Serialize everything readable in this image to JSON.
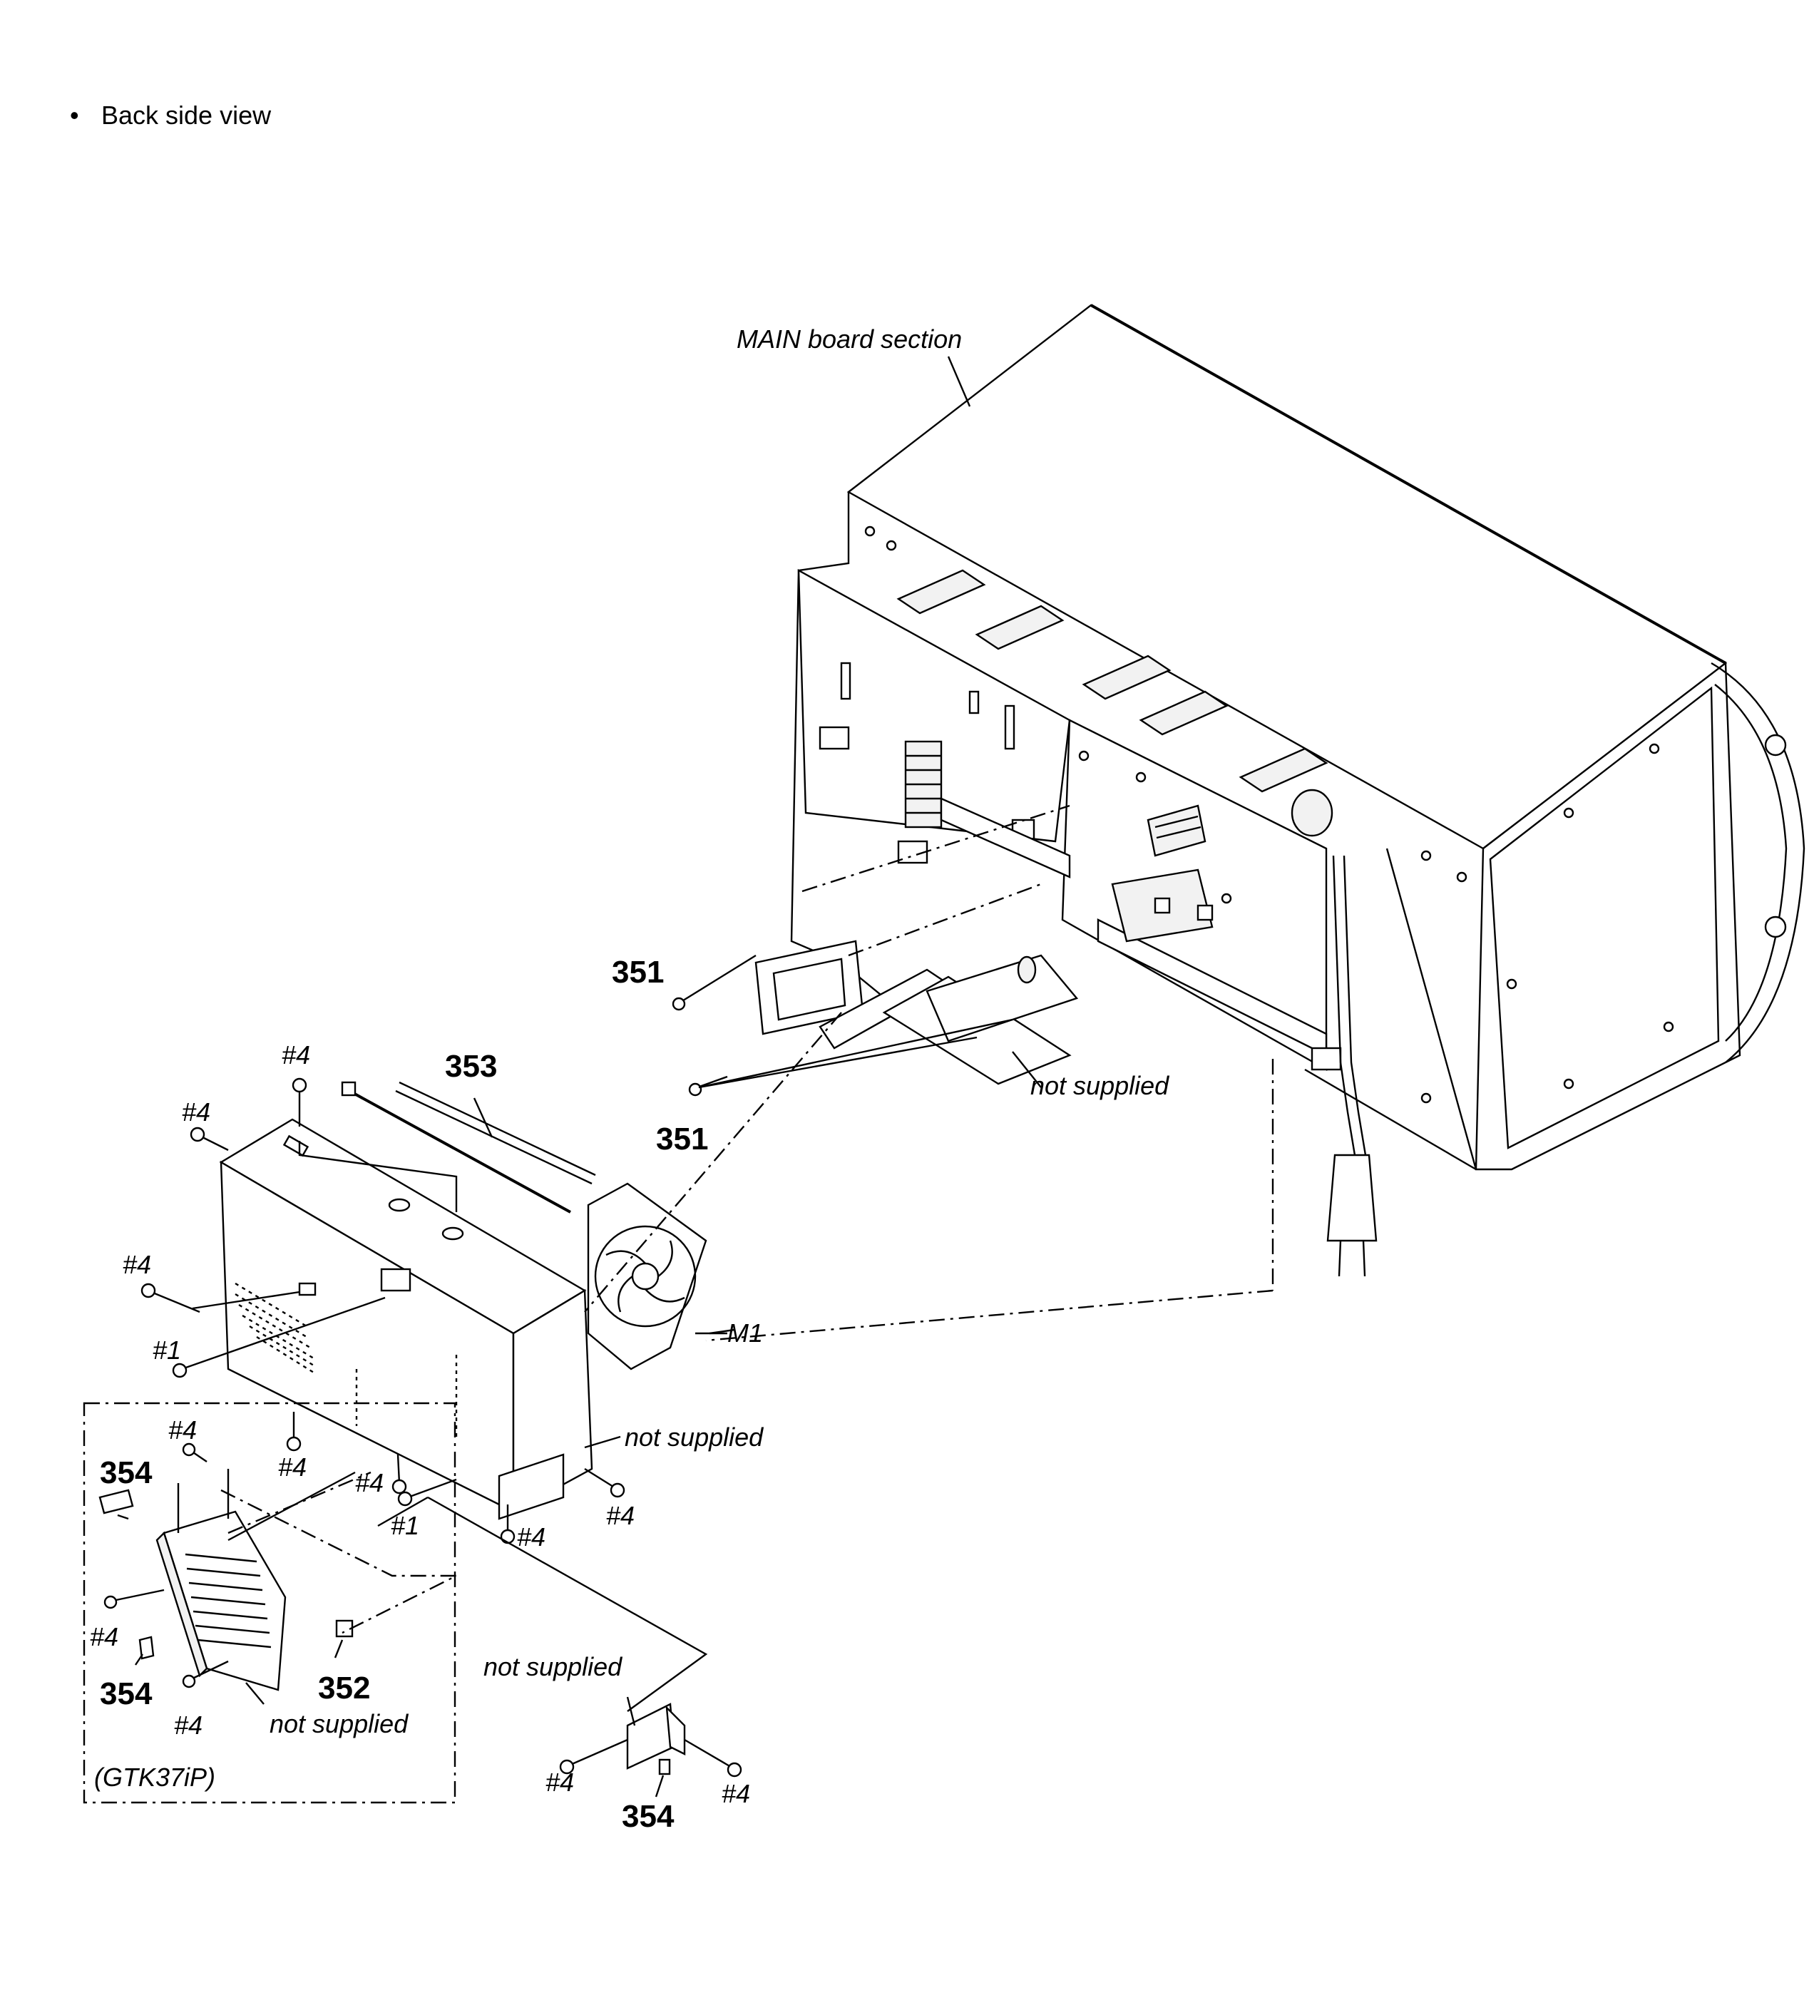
{
  "header": {
    "bullet": "•",
    "title": "Back side view"
  },
  "labels": {
    "main_board_section": "MAIN board section",
    "not_supplied": "not supplied",
    "gtk37ip": "(GTK37iP)",
    "m1": "M1",
    "p351": "351",
    "p352": "352",
    "p353": "353",
    "p354": "354",
    "s4": "#4",
    "s1": "#1"
  }
}
